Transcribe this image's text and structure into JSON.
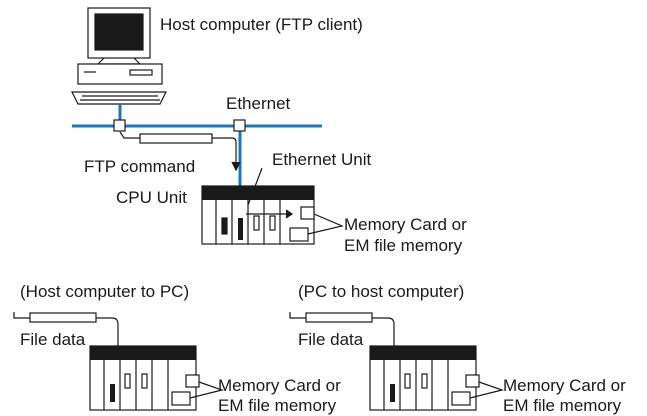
{
  "top": {
    "host_label": "Host computer (FTP client)",
    "ethernet_label": "Ethernet",
    "ftp_command_label": "FTP command",
    "ethernet_unit_label": "Ethernet Unit",
    "cpu_unit_label": "CPU Unit",
    "memory_label_line1": "Memory Card or",
    "memory_label_line2": "EM file memory"
  },
  "bottom_left": {
    "caption": "(Host computer to PC)",
    "file_data_label": "File data",
    "memory_label_line1": "Memory Card or",
    "memory_label_line2": "EM file memory"
  },
  "bottom_right": {
    "caption": "(PC to host computer)",
    "file_data_label": "File data",
    "memory_label_line1": "Memory Card or",
    "memory_label_line2": "EM file memory"
  },
  "colors": {
    "ethernet_bus": "#1a78c2",
    "outline": "#1a1a1a",
    "unit_top_bar": "#1a1a1a",
    "monitor_screen": "#1a1a1a"
  }
}
